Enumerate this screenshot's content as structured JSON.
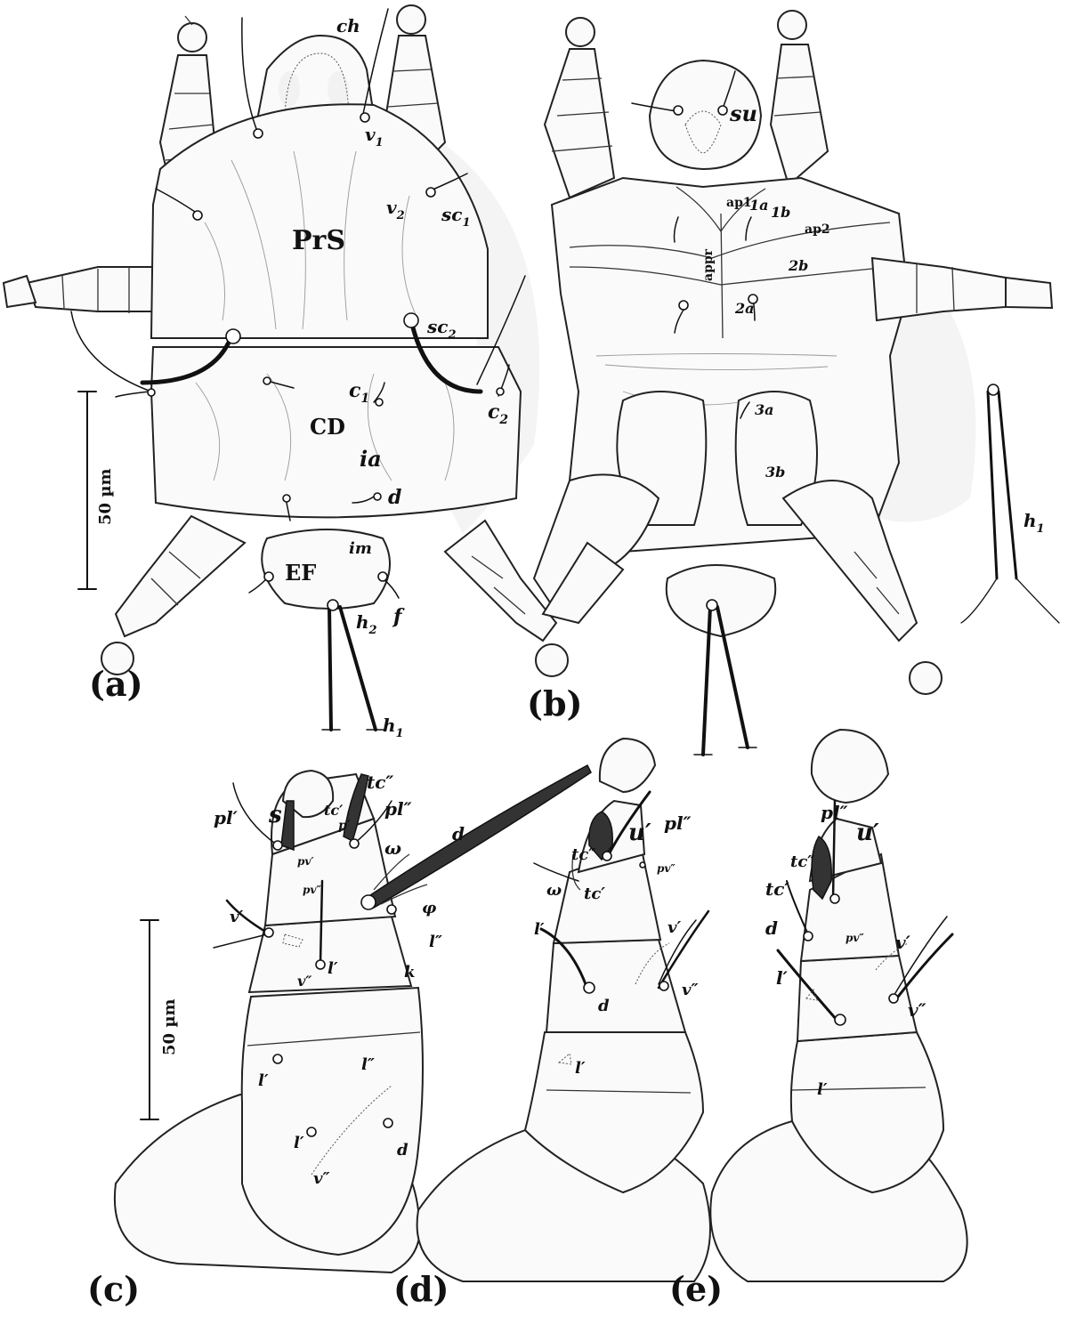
{
  "panels": [
    "(a)",
    "(b)",
    "(c)",
    "(d)",
    "(e)"
  ],
  "scale_bars": {
    "top": "50 µm",
    "bottom": "50 µm"
  },
  "regions": {
    "prs": "PrS",
    "cd": "CD",
    "ef": "EF"
  },
  "panel_a_labels": {
    "ch": "ch",
    "v1": "v",
    "v1_sub": "1",
    "v2": "v",
    "v2_sub": "2",
    "sc1": "sc",
    "sc1_sub": "1",
    "sc2": "sc",
    "sc2_sub": "2",
    "c1": "c",
    "c1_sub": "1",
    "c2": "c",
    "c2_sub": "2",
    "ia": "ia",
    "d": "d",
    "im": "im",
    "f": "f",
    "h2": "h",
    "h2_sub": "2",
    "h1": "h",
    "h1_sub": "1"
  },
  "panel_b_labels": {
    "su": "su",
    "ap1": "ap1",
    "ap2": "ap2",
    "appr": "appr",
    "s1a": "1a",
    "s1b": "1b",
    "s2a": "2a",
    "s2b": "2b",
    "s3a": "3a",
    "s3b": "3b",
    "h1": "h",
    "h1_sub": "1"
  },
  "panel_c_labels": {
    "s": "s",
    "tc1": "tc′",
    "tc2": "tc″",
    "p1": "p′",
    "pl1": "pl′",
    "pl2": "pl″",
    "pv1": "pv′",
    "pv2": "pv″",
    "omega": "ω",
    "d": "d",
    "phi": "φ",
    "v1": "v′",
    "v2": "v″",
    "l1": "l′",
    "l2": "l″",
    "k": "k",
    "l1b": "l′",
    "l2b": "l″",
    "l1c": "l′",
    "d2": "d",
    "v2b": "v″"
  },
  "panel_d_labels": {
    "u1": "u′",
    "pl2": "pl″",
    "tc2": "tc″",
    "omega": "ω",
    "tc1": "tc′",
    "pv2": "pv″",
    "l1": "l′",
    "v1": "v′",
    "v2": "v″",
    "d": "d",
    "l1b": "l′"
  },
  "panel_e_labels": {
    "pl2": "pl″",
    "u1": "u′",
    "tc1": "tc′",
    "tc2": "tc″",
    "d": "d",
    "pv2": "pv″",
    "v1": "v′",
    "l1": "l′",
    "v2": "v″",
    "l1b": "l′"
  }
}
